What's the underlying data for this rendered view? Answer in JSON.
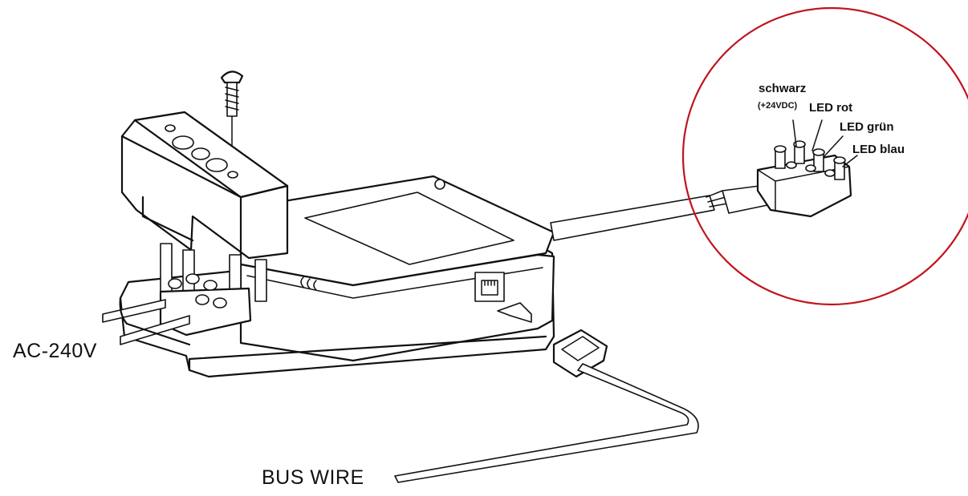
{
  "labels": {
    "ac": "AC-240V",
    "bus": "BUS WIRE",
    "schwarz": "schwarz",
    "vdc": "(+24VDC)",
    "rot": "LED rot",
    "gruen": "LED grün",
    "blau": "LED blau"
  },
  "colors": {
    "highlight_circle": "#c0141c",
    "line": "#111111"
  }
}
